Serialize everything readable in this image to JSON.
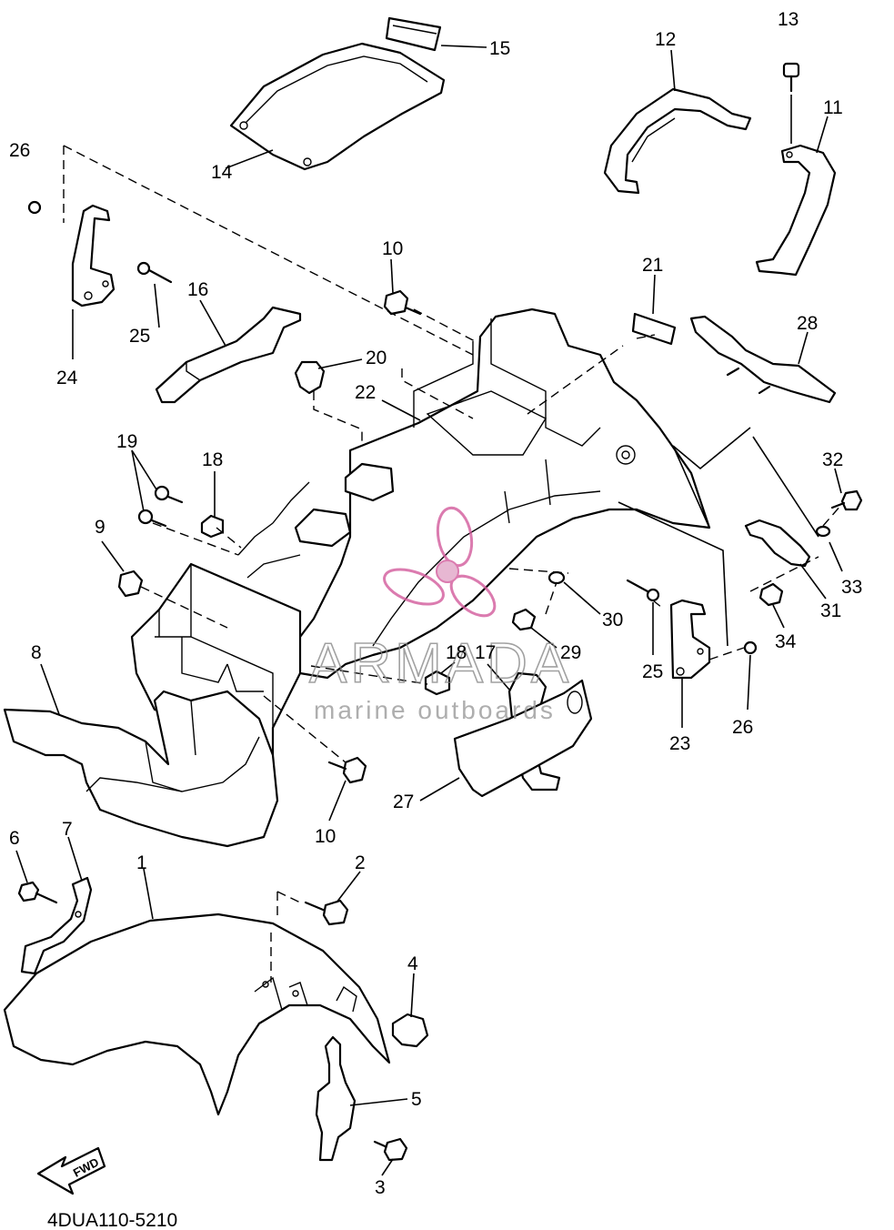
{
  "diagram": {
    "drawing_code": "4DUA110-5210",
    "fwd_label": "FWD",
    "watermark": {
      "brand": "ARMADA",
      "tagline": "marine outboards"
    },
    "callouts": [
      {
        "id": "c15",
        "label": "15"
      },
      {
        "id": "c12",
        "label": "12"
      },
      {
        "id": "c13",
        "label": "13"
      },
      {
        "id": "c11",
        "label": "11"
      },
      {
        "id": "c14",
        "label": "14"
      },
      {
        "id": "c26a",
        "label": "26"
      },
      {
        "id": "c10a",
        "label": "10"
      },
      {
        "id": "c21",
        "label": "21"
      },
      {
        "id": "c16",
        "label": "16"
      },
      {
        "id": "c28",
        "label": "28"
      },
      {
        "id": "c25a",
        "label": "25"
      },
      {
        "id": "c24",
        "label": "24"
      },
      {
        "id": "c20",
        "label": "20"
      },
      {
        "id": "c22",
        "label": "22"
      },
      {
        "id": "c19",
        "label": "19"
      },
      {
        "id": "c18a",
        "label": "18"
      },
      {
        "id": "c32",
        "label": "32"
      },
      {
        "id": "c9",
        "label": "9"
      },
      {
        "id": "c33",
        "label": "33"
      },
      {
        "id": "c30",
        "label": "30"
      },
      {
        "id": "c31",
        "label": "31"
      },
      {
        "id": "c8",
        "label": "8"
      },
      {
        "id": "c18b",
        "label": "18"
      },
      {
        "id": "c17",
        "label": "17"
      },
      {
        "id": "c29",
        "label": "29"
      },
      {
        "id": "c34",
        "label": "34"
      },
      {
        "id": "c25b",
        "label": "25"
      },
      {
        "id": "c26b",
        "label": "26"
      },
      {
        "id": "c23",
        "label": "23"
      },
      {
        "id": "c27",
        "label": "27"
      },
      {
        "id": "c10b",
        "label": "10"
      },
      {
        "id": "c6",
        "label": "6"
      },
      {
        "id": "c7",
        "label": "7"
      },
      {
        "id": "c1",
        "label": "1"
      },
      {
        "id": "c2",
        "label": "2"
      },
      {
        "id": "c4",
        "label": "4"
      },
      {
        "id": "c5",
        "label": "5"
      },
      {
        "id": "c3",
        "label": "3"
      }
    ]
  }
}
